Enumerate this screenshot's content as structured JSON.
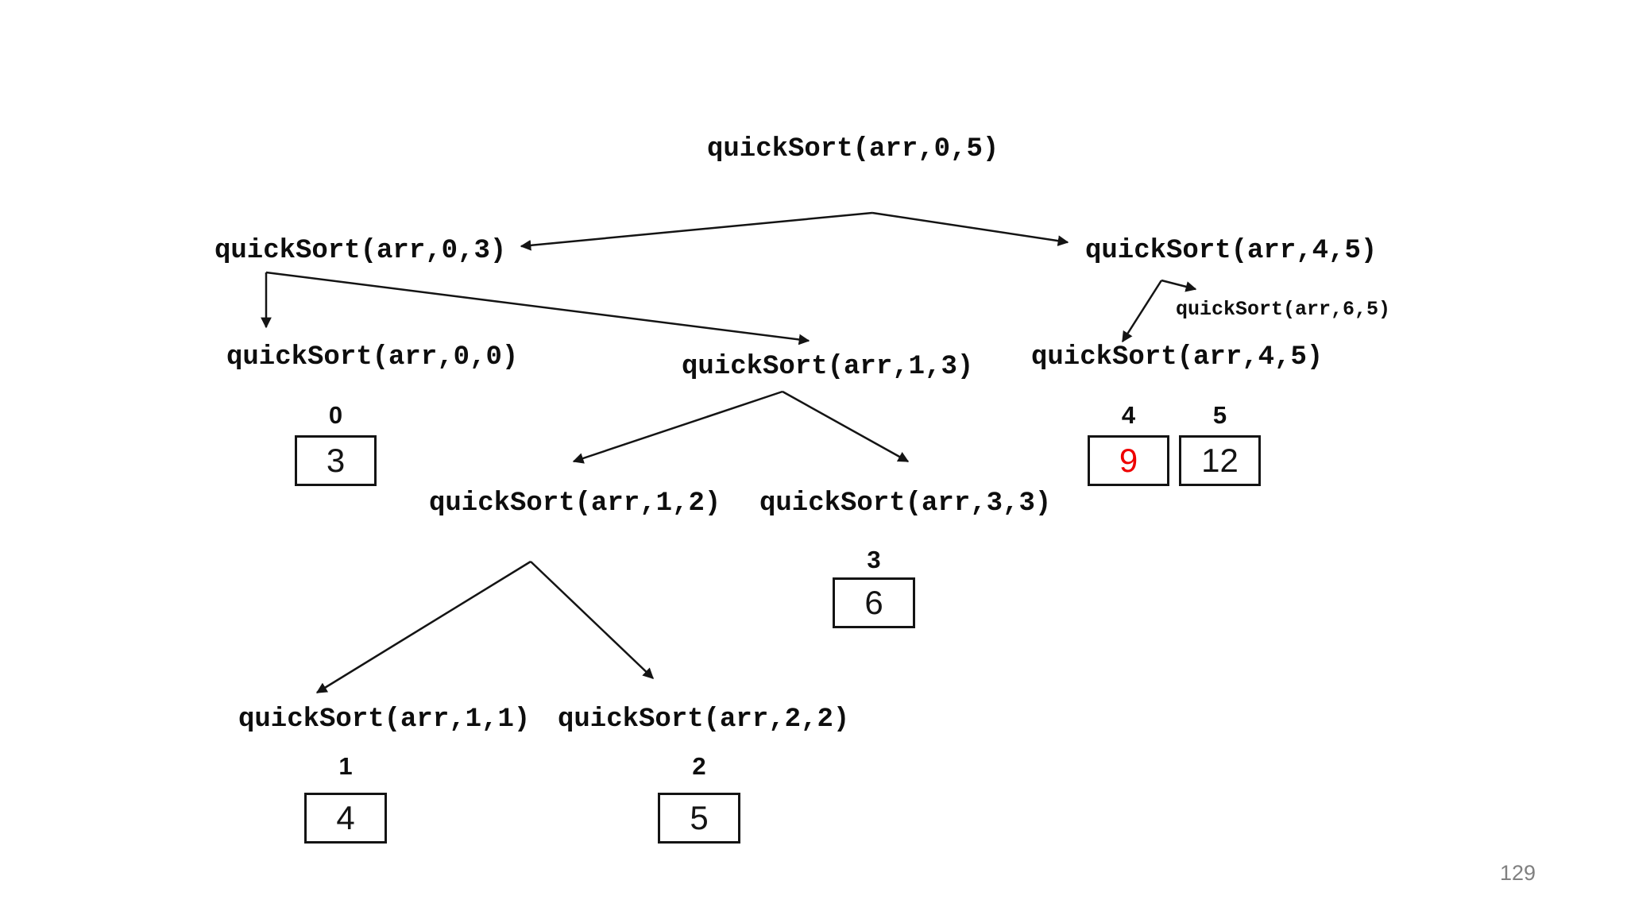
{
  "nodes": {
    "root": "quickSort(arr,0,5)",
    "l1_left": "quickSort(arr,0,3)",
    "l1_right": "quickSort(arr,4,5)",
    "l2_left": "quickSort(arr,0,0)",
    "l2_mid": "quickSort(arr,1,3)",
    "l2_right": "quickSort(arr,4,5)",
    "l2_right_small": "quickSort(arr,6,5)",
    "l3_left": "quickSort(arr,1,2)",
    "l3_right": "quickSort(arr,3,3)",
    "l4_left": "quickSort(arr,1,1)",
    "l4_right": "quickSort(arr,2,2)"
  },
  "cells": [
    {
      "index": "0",
      "value": "3",
      "color": "#141414"
    },
    {
      "index": "4",
      "value": "9",
      "color": "#ee0000"
    },
    {
      "index": "5",
      "value": "12",
      "color": "#141414"
    },
    {
      "index": "3",
      "value": "6",
      "color": "#141414"
    },
    {
      "index": "1",
      "value": "4",
      "color": "#141414"
    },
    {
      "index": "2",
      "value": "5",
      "color": "#141414"
    }
  ],
  "colors": {
    "text": "#0e0e0e",
    "line": "#141414",
    "highlight_red": "#ee0000",
    "page_number_gray": "#808080"
  },
  "page_number": "129"
}
